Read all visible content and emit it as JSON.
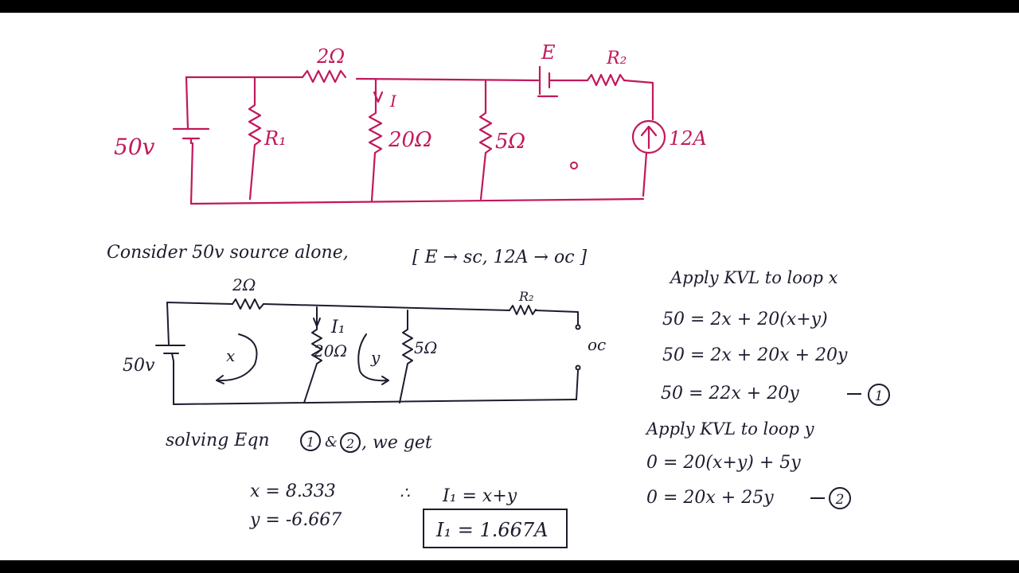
{
  "colors": {
    "background": "#ffffff",
    "letterbox": "#000000",
    "circuit": "#c2185b",
    "ink": "#1c1c2e"
  },
  "circuit_main": {
    "source_label": "50v",
    "r_top_label": "2Ω",
    "r1_label": "R₁",
    "current_label": "I",
    "r20_label": "20Ω",
    "r5_label": "5Ω",
    "e_label": "E",
    "r2_label": "R₂",
    "current_source_label": "12A"
  },
  "consider_line": "Consider 50v source alone,",
  "consider_bracket": "[ E → sc,   12A → oc ]",
  "circuit_sub": {
    "source_label": "50v",
    "r_top_label": "2Ω",
    "loop_x_label": "x",
    "current_label": "I₁",
    "r20_label": "20Ω",
    "loop_y_label": "y",
    "r5_label": "5Ω",
    "r2_label": "R₂",
    "oc_label": "oc"
  },
  "equations": {
    "kvl_x_title": "Apply KVL to loop x",
    "eq_x_1": "50 = 2x + 20(x+y)",
    "eq_x_2": "50 = 2x + 20x + 20y",
    "eq_x_3": "50 = 22x + 20y",
    "eq_x_3_tag": "1",
    "kvl_y_title": "Apply KVL to loop y",
    "eq_y_1": "0 = 20(x+y) + 5y",
    "eq_y_2": "0 = 20x + 25y",
    "eq_y_2_tag": "2"
  },
  "solving": {
    "text_before": "solving Eqn",
    "tag_1": "1",
    "amp": "&",
    "tag_2": "2",
    "text_after": ", we get",
    "x_value": "x = 8.333",
    "y_value": "y = -6.667",
    "therefore": "∴",
    "i1_expr": "I₁ = x+y",
    "i1_result": "I₁ = 1.667A"
  }
}
